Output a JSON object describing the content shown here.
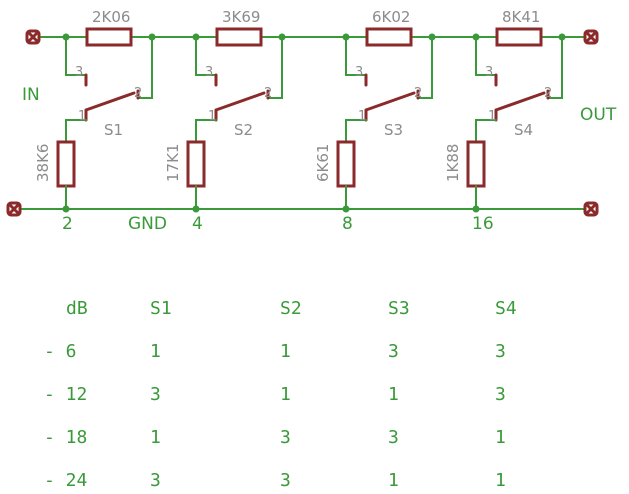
{
  "resistors_series": [
    "2K06",
    "3K69",
    "6K02",
    "8K41"
  ],
  "resistors_shunt": [
    "38K6",
    "17K1",
    "6K61",
    "1K88"
  ],
  "switches": [
    "S1",
    "S2",
    "S3",
    "S4"
  ],
  "pins": {
    "nc": "3",
    "com": "1",
    "no": "2"
  },
  "labels": {
    "in": "IN",
    "out": "OUT",
    "gnd": "GND"
  },
  "node_numbers": [
    "2",
    "4",
    "8",
    "16"
  ],
  "table": {
    "headers": [
      "dB",
      "S1",
      "S2",
      "S3",
      "S4"
    ],
    "rows": [
      [
        "- 6",
        "1",
        "1",
        "3",
        "3"
      ],
      [
        "- 12",
        "3",
        "1",
        "1",
        "3"
      ],
      [
        "- 18",
        "1",
        "3",
        "3",
        "1"
      ],
      [
        "- 24",
        "3",
        "3",
        "1",
        "1"
      ]
    ]
  },
  "colors": {
    "wire": "#3a9a3a",
    "part": "#8b2a2a",
    "label": "#8c8c8c"
  }
}
